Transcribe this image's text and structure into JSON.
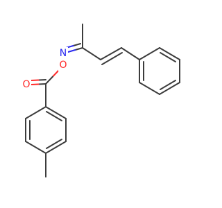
{
  "molecule": {
    "atoms": {
      "oxime_nitrogen": {
        "symbol": "N",
        "color": "#2a2af0"
      },
      "oxime_oxygen": {
        "symbol": "O",
        "color": "#ff2a2a"
      },
      "carbonyl_oxygen": {
        "symbol": "O",
        "color": "#ff2a2a"
      }
    },
    "bond_color": "#3c3c3c",
    "background_color": "#ffffff"
  }
}
